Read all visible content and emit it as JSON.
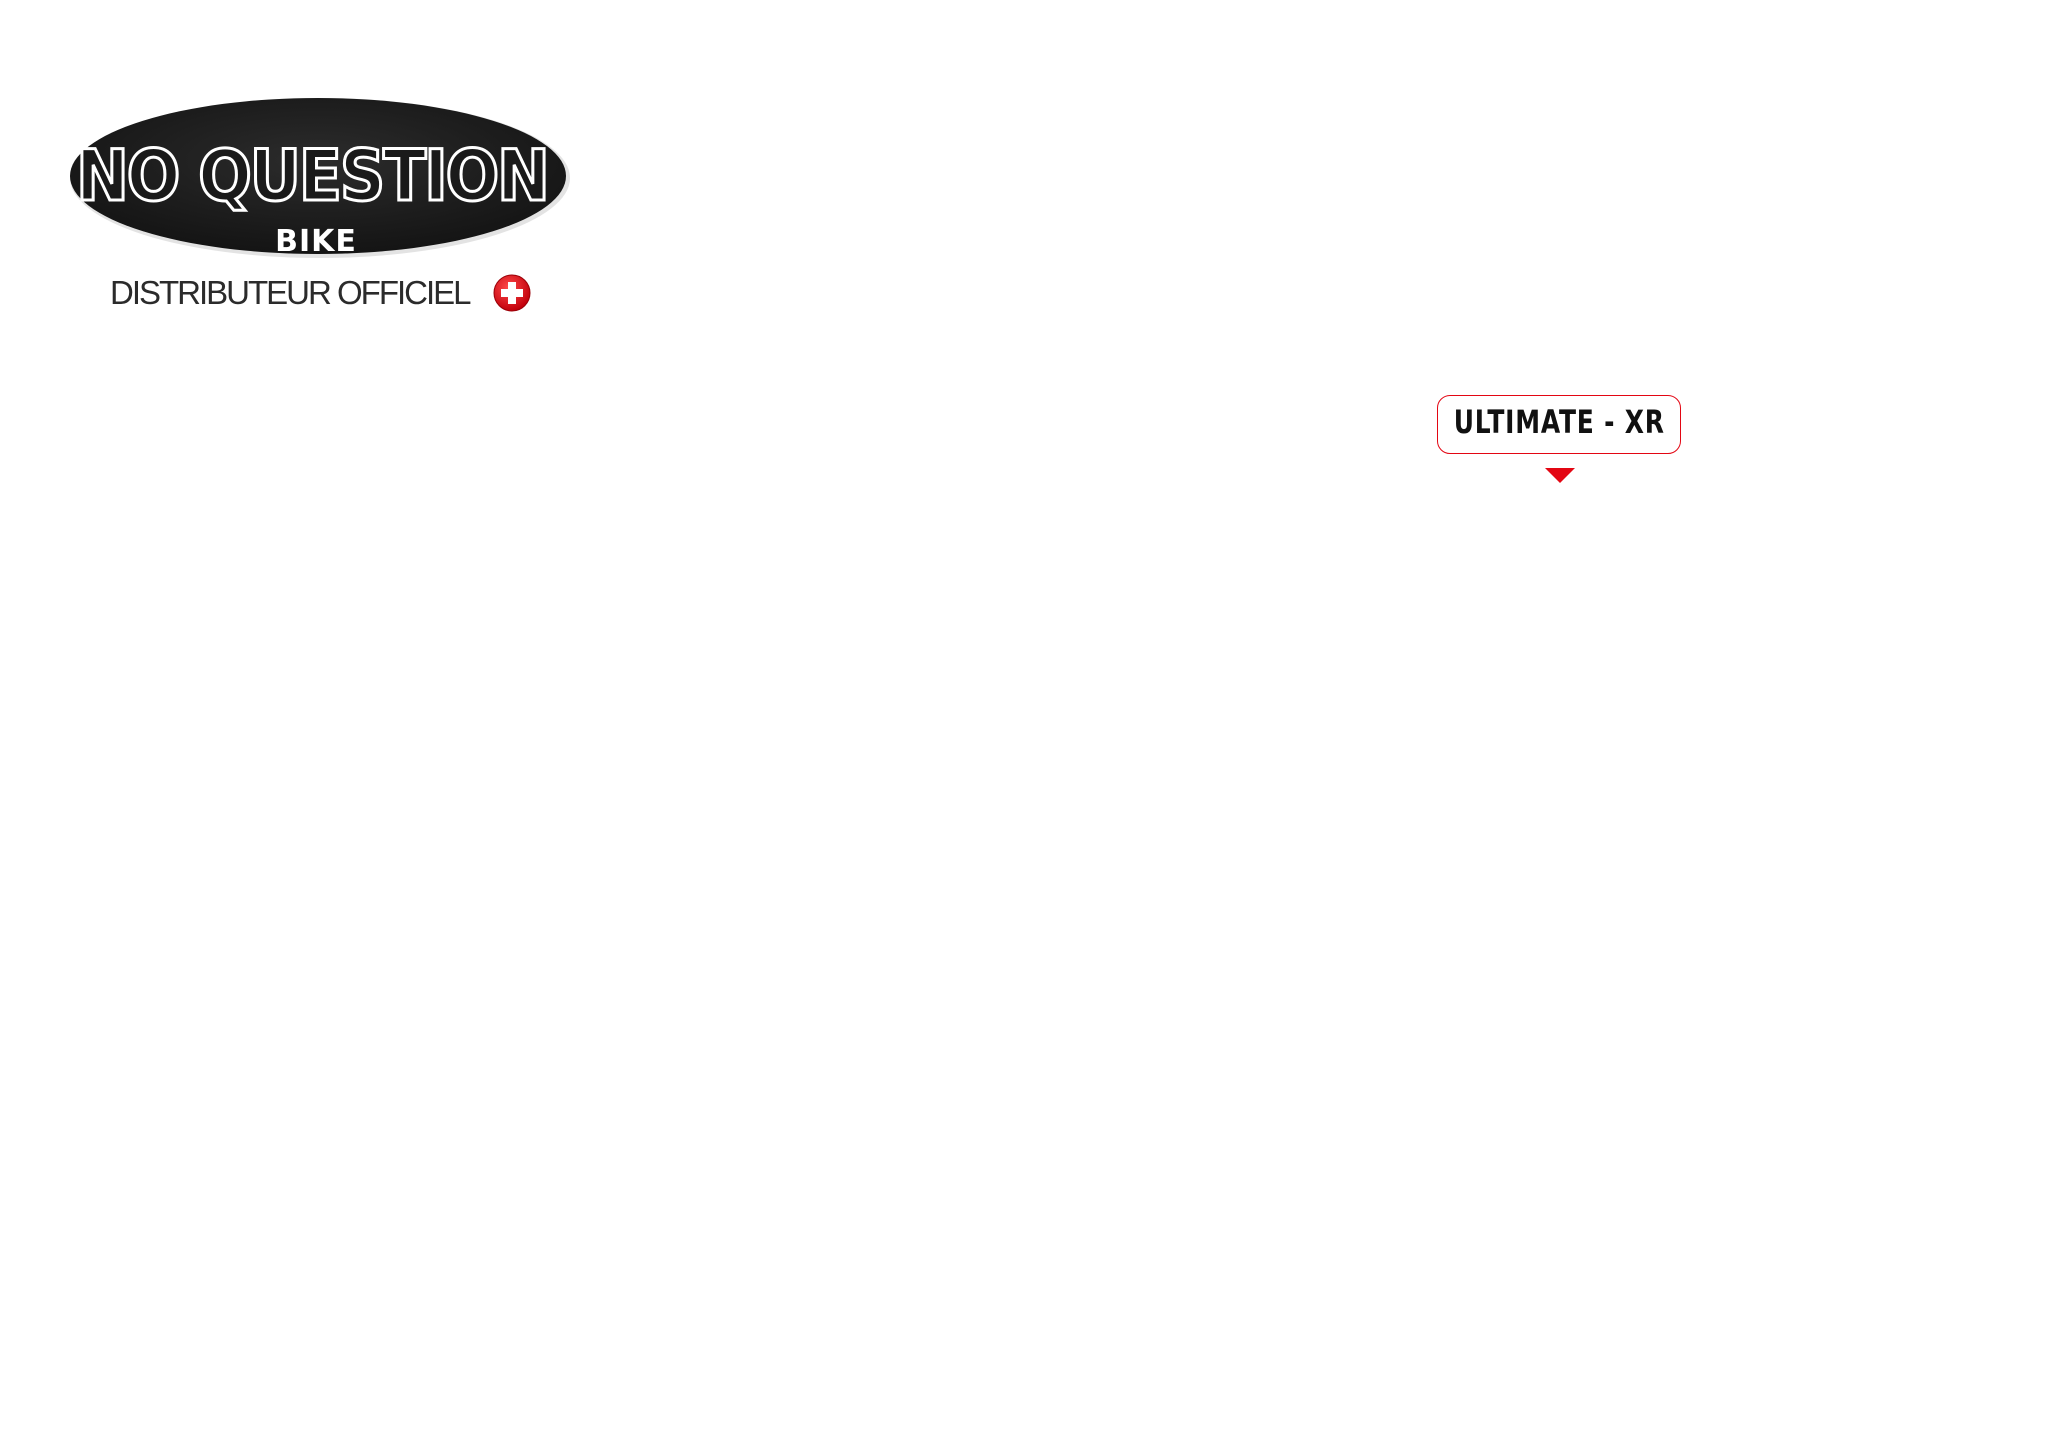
{
  "logo": {
    "brand_top": "NO QUESTION",
    "brand_bottom": "BIKE",
    "icon": "no-question-bike-logo"
  },
  "distributor": {
    "text": "DISTRIBUTEUR OFFICIEL",
    "icon": "swiss-cross-icon"
  },
  "model_selector": {
    "label": "ULTIMATE - XR",
    "icon": "caret-down-icon"
  },
  "colors": {
    "accent": "#e30613",
    "logo_fill": "#1a1a1a",
    "text": "#2b2b2b"
  }
}
